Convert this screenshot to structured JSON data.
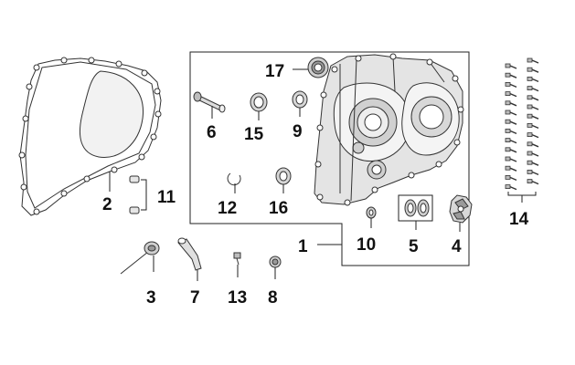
{
  "labels": {
    "l1": "1",
    "l2": "2",
    "l3": "3",
    "l4": "4",
    "l5": "5",
    "l6": "6",
    "l7": "7",
    "l8": "8",
    "l9": "9",
    "l10": "10",
    "l11": "11",
    "l12": "12",
    "l13": "13",
    "l14": "14",
    "l15": "15",
    "l16": "16",
    "l17": "17"
  },
  "colors": {
    "line": "#222222",
    "part_fill": "#e6e6e6",
    "part_dark": "#9a9a9a",
    "background": "#ffffff"
  }
}
